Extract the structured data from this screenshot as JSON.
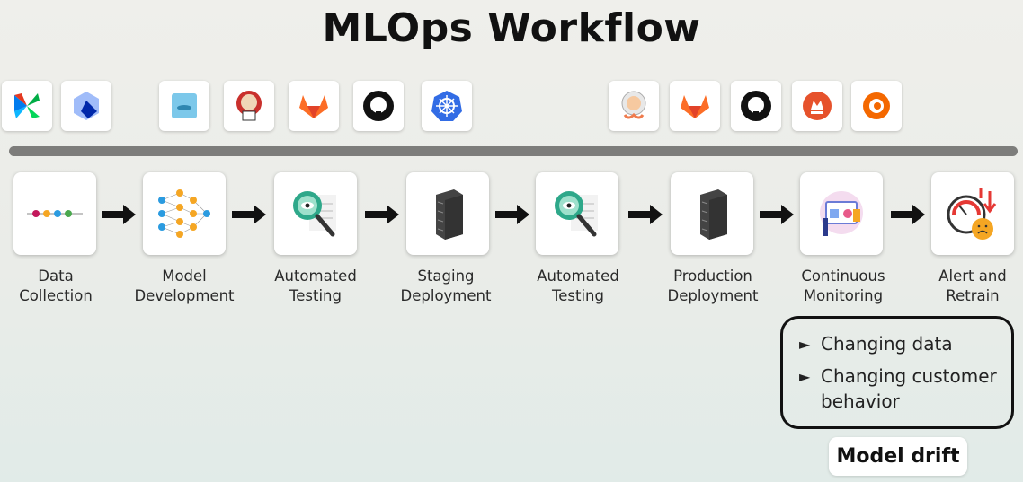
{
  "title": "MLOps Workflow",
  "tools": [
    {
      "icon": "airflow-icon"
    },
    {
      "icon": "kubeflow-icon"
    },
    {
      "icon": "docker-icon"
    },
    {
      "icon": "jenkins-icon"
    },
    {
      "icon": "gitlab-icon"
    },
    {
      "icon": "github-icon"
    },
    {
      "icon": "kubernetes-icon"
    },
    {
      "icon": "argo-icon"
    },
    {
      "icon": "gitlab-icon"
    },
    {
      "icon": "github-icon"
    },
    {
      "icon": "prometheus-icon"
    },
    {
      "icon": "grafana-icon"
    }
  ],
  "steps": [
    {
      "line1": "Data",
      "line2": "Collection",
      "icon": "data-pipeline-icon"
    },
    {
      "line1": "Model",
      "line2": "Development",
      "icon": "neural-network-icon"
    },
    {
      "line1": "Automated",
      "line2": "Testing",
      "icon": "magnifier-icon"
    },
    {
      "line1": "Staging",
      "line2": "Deployment",
      "icon": "server-icon"
    },
    {
      "line1": "Automated",
      "line2": "Testing",
      "icon": "magnifier-icon"
    },
    {
      "line1": "Production",
      "line2": "Deployment",
      "icon": "server-icon"
    },
    {
      "line1": "Continuous",
      "line2": "Monitoring",
      "icon": "dashboard-icon"
    },
    {
      "line1": "Alert and",
      "line2": "Retrain",
      "icon": "gauge-alert-icon"
    }
  ],
  "drift": {
    "items": [
      "Changing data",
      "Changing customer",
      "behavior"
    ],
    "bullet": "►",
    "label": "Model drift"
  }
}
